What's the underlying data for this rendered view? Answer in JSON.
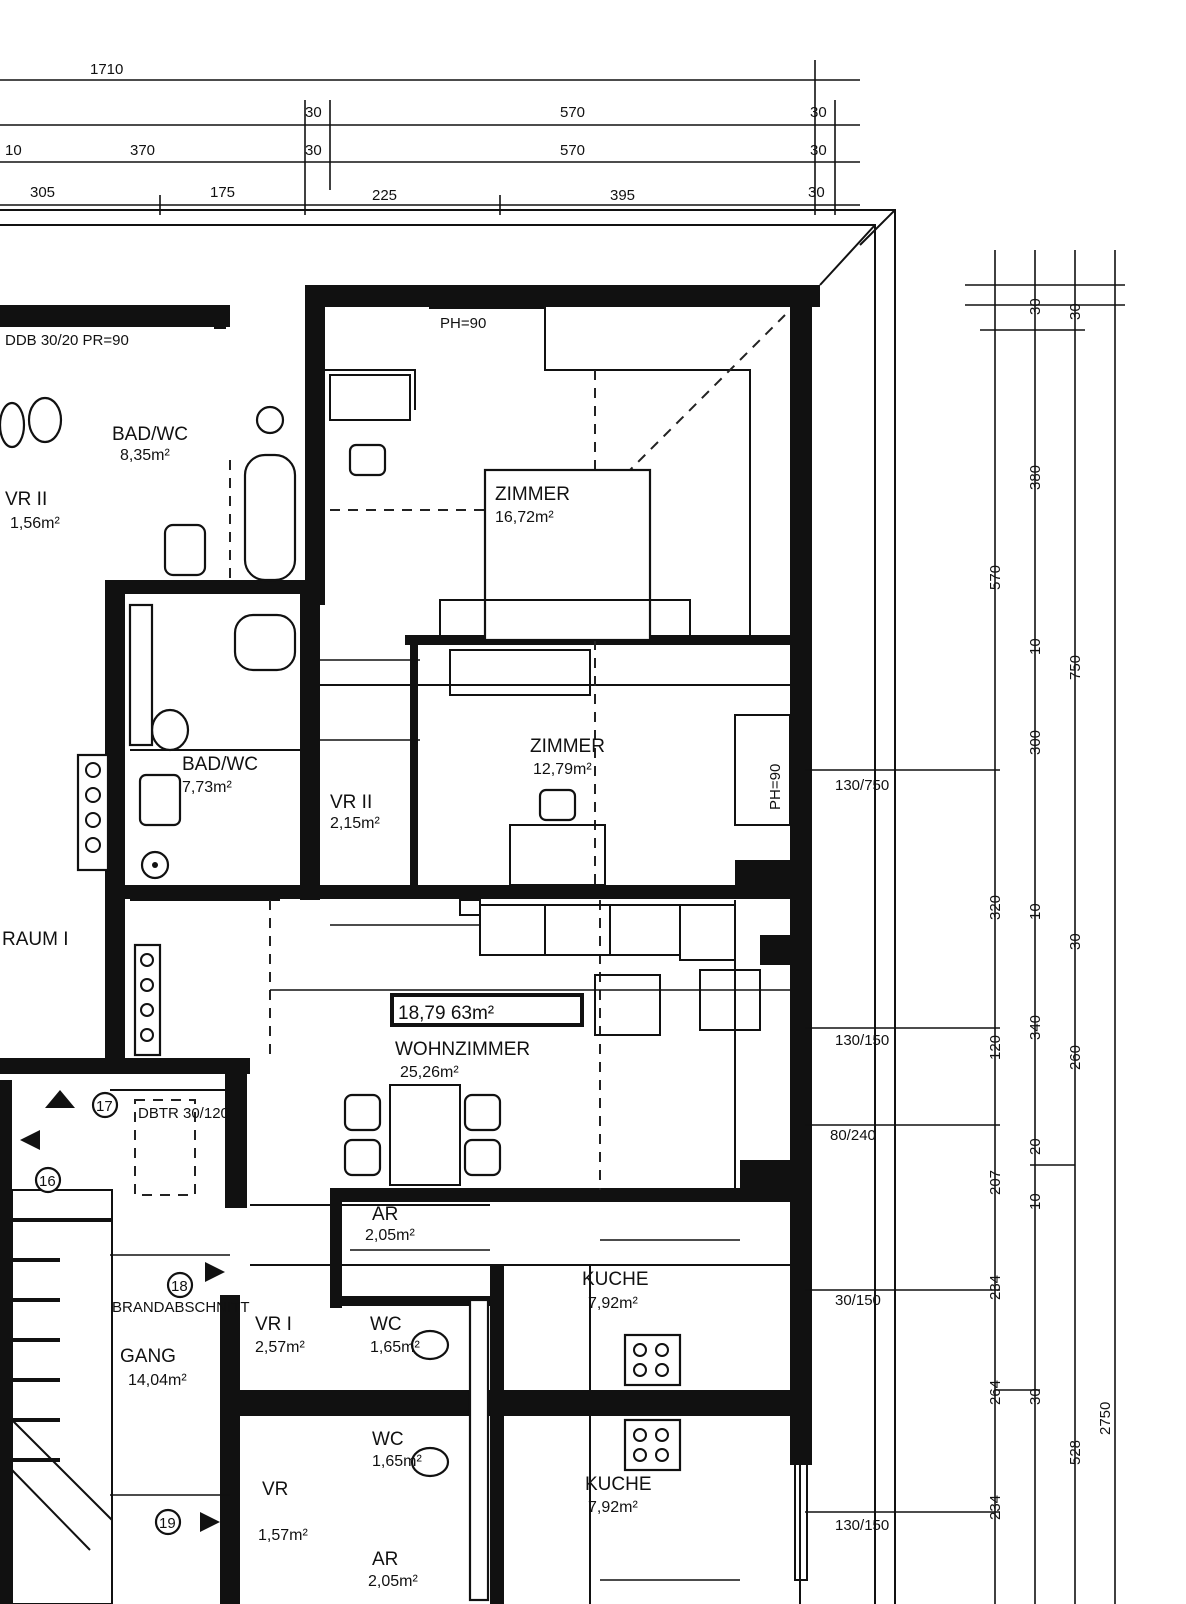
{
  "top_dimensions": {
    "row1": [
      "1710"
    ],
    "row2": [
      "30",
      "570",
      "30"
    ],
    "row3": [
      "10",
      "370",
      "30",
      "570",
      "30"
    ],
    "row4": [
      "305",
      "175",
      "225",
      "395",
      "30"
    ]
  },
  "right_dimensions": {
    "col_a": [
      "570",
      "320",
      "120",
      "207",
      "234",
      "264",
      "234"
    ],
    "col_b": [
      "380",
      "10",
      "300",
      "10",
      "340",
      "20",
      "10",
      "30",
      "528"
    ],
    "col_c": [
      "30",
      "30",
      "750",
      "30",
      "260",
      "2750"
    ]
  },
  "outer_labels": [
    "130/750",
    "130/150",
    "80/240",
    "30/150",
    "130/150"
  ],
  "rooms": [
    {
      "name": "ZIMMER",
      "area": "16,72m²"
    },
    {
      "name": "ZIMMER",
      "area": "12,79m²"
    },
    {
      "name": "BAD/WC",
      "area": "8,35m²"
    },
    {
      "name": "BAD/WC",
      "area": "7,73m²"
    },
    {
      "name": "VR II",
      "area": "1,56m²"
    },
    {
      "name": "VR II",
      "area": "2,15m²"
    },
    {
      "name": "WOHNZIMMER",
      "area": "25,26m²",
      "extra": "18,79 63m²"
    },
    {
      "name": "AR",
      "area": "2,05m²"
    },
    {
      "name": "KUCHE",
      "area": "7,92m²"
    },
    {
      "name": "VR I",
      "area": "2,57m²"
    },
    {
      "name": "WC",
      "area": "1,65m²"
    },
    {
      "name": "WC",
      "area": "1,65m²"
    },
    {
      "name": "KUCHE",
      "area": "7,92m²"
    },
    {
      "name": "AR",
      "area": "2,05m²"
    },
    {
      "name": "RAUM I",
      "area": ""
    },
    {
      "name": "GANG",
      "area": "14,04m²"
    },
    {
      "name": "VR",
      "area": "1,57m²"
    }
  ],
  "annotations": {
    "window_top": "PH=90",
    "window_right": "PH=90",
    "door_top_left": "DDB 30/20 PR=90",
    "door_stair": "DBTR 30/120",
    "brandabschnitt": "BRANDABSCHNITT"
  },
  "markers": [
    "16",
    "17",
    "18",
    "19"
  ]
}
